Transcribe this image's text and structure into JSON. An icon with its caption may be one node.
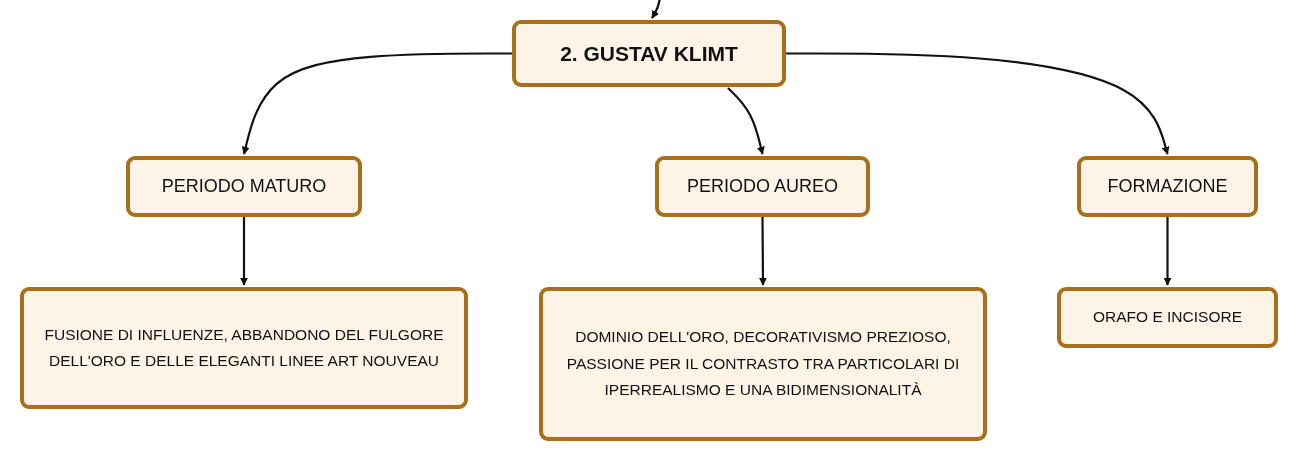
{
  "diagram": {
    "nodes": [
      {
        "text": [
          "2. GUSTAV KLIMT"
        ]
      },
      {
        "text": [
          "PERIODO MATURO"
        ]
      },
      {
        "text": [
          "PERIODO AUREO"
        ]
      },
      {
        "text": [
          "FORMAZIONE"
        ]
      },
      {
        "text": [
          "FUSIONE DI INFLUENZE, ABBANDONO DEL FULGORE DELL'ORO E DELLE ELEGANTI LINEE ART NOUVEAU"
        ]
      },
      {
        "text": [
          "DOMINIO DELL'ORO, DECORATIVISMO PREZIOSO, PASSIONE PER IL CONTRASTO TRA PARTICOLARI DI IPERREALISMO E UNA BIDIMENSIONALITÀ"
        ]
      },
      {
        "text": [
          "ORAFO E INCISORE"
        ]
      }
    ],
    "edges": [
      {
        "from": null,
        "to": 0,
        "arrow": "to"
      },
      {
        "from": 0,
        "to": 1,
        "arrow": "to"
      },
      {
        "from": 0,
        "to": 2,
        "arrow": "to"
      },
      {
        "from": 0,
        "to": 3,
        "arrow": "to"
      },
      {
        "from": 1,
        "to": 4,
        "arrow": "to"
      },
      {
        "from": 2,
        "to": 5,
        "arrow": "to"
      },
      {
        "from": 3,
        "to": 6,
        "arrow": "to"
      }
    ]
  }
}
